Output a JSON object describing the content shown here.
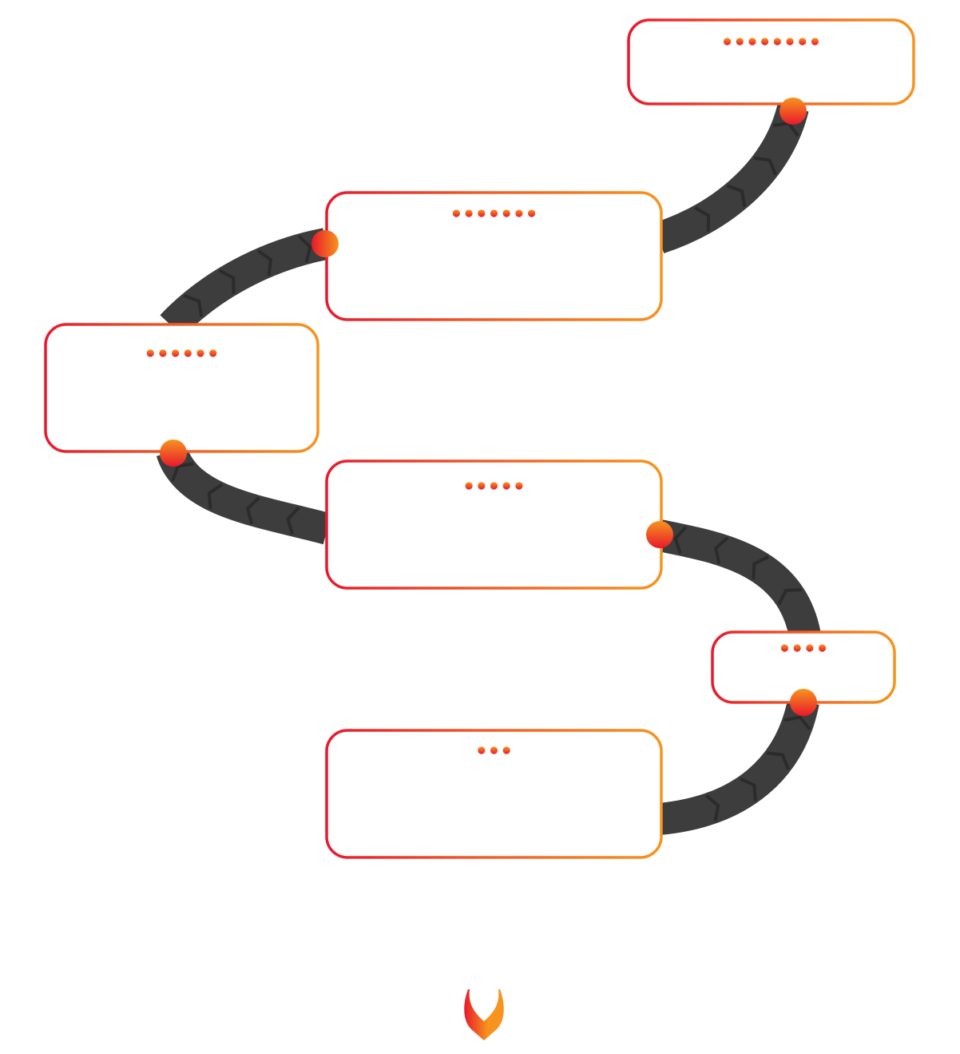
{
  "diagram": {
    "type": "winding-road-timeline",
    "colors": {
      "gradient_start": "#e8192c",
      "gradient_end": "#f7941d",
      "road": "#3a3a3a",
      "road_light": "#4a4a4a",
      "chevron": "#2c2c2c",
      "background": "#ffffff"
    },
    "steps": [
      {
        "id": "step-1",
        "title_dots": 8,
        "title": "••••••••"
      },
      {
        "id": "step-2",
        "title_dots": 7,
        "title": "•••••••"
      },
      {
        "id": "step-3",
        "title_dots": 6,
        "title": "••••••"
      },
      {
        "id": "step-4",
        "title_dots": 5,
        "title": "•••••"
      },
      {
        "id": "step-5",
        "title_dots": 4,
        "title": "••••"
      },
      {
        "id": "step-6",
        "title_dots": 3,
        "title": "•••"
      }
    ],
    "logo": "flame-v-logo"
  }
}
